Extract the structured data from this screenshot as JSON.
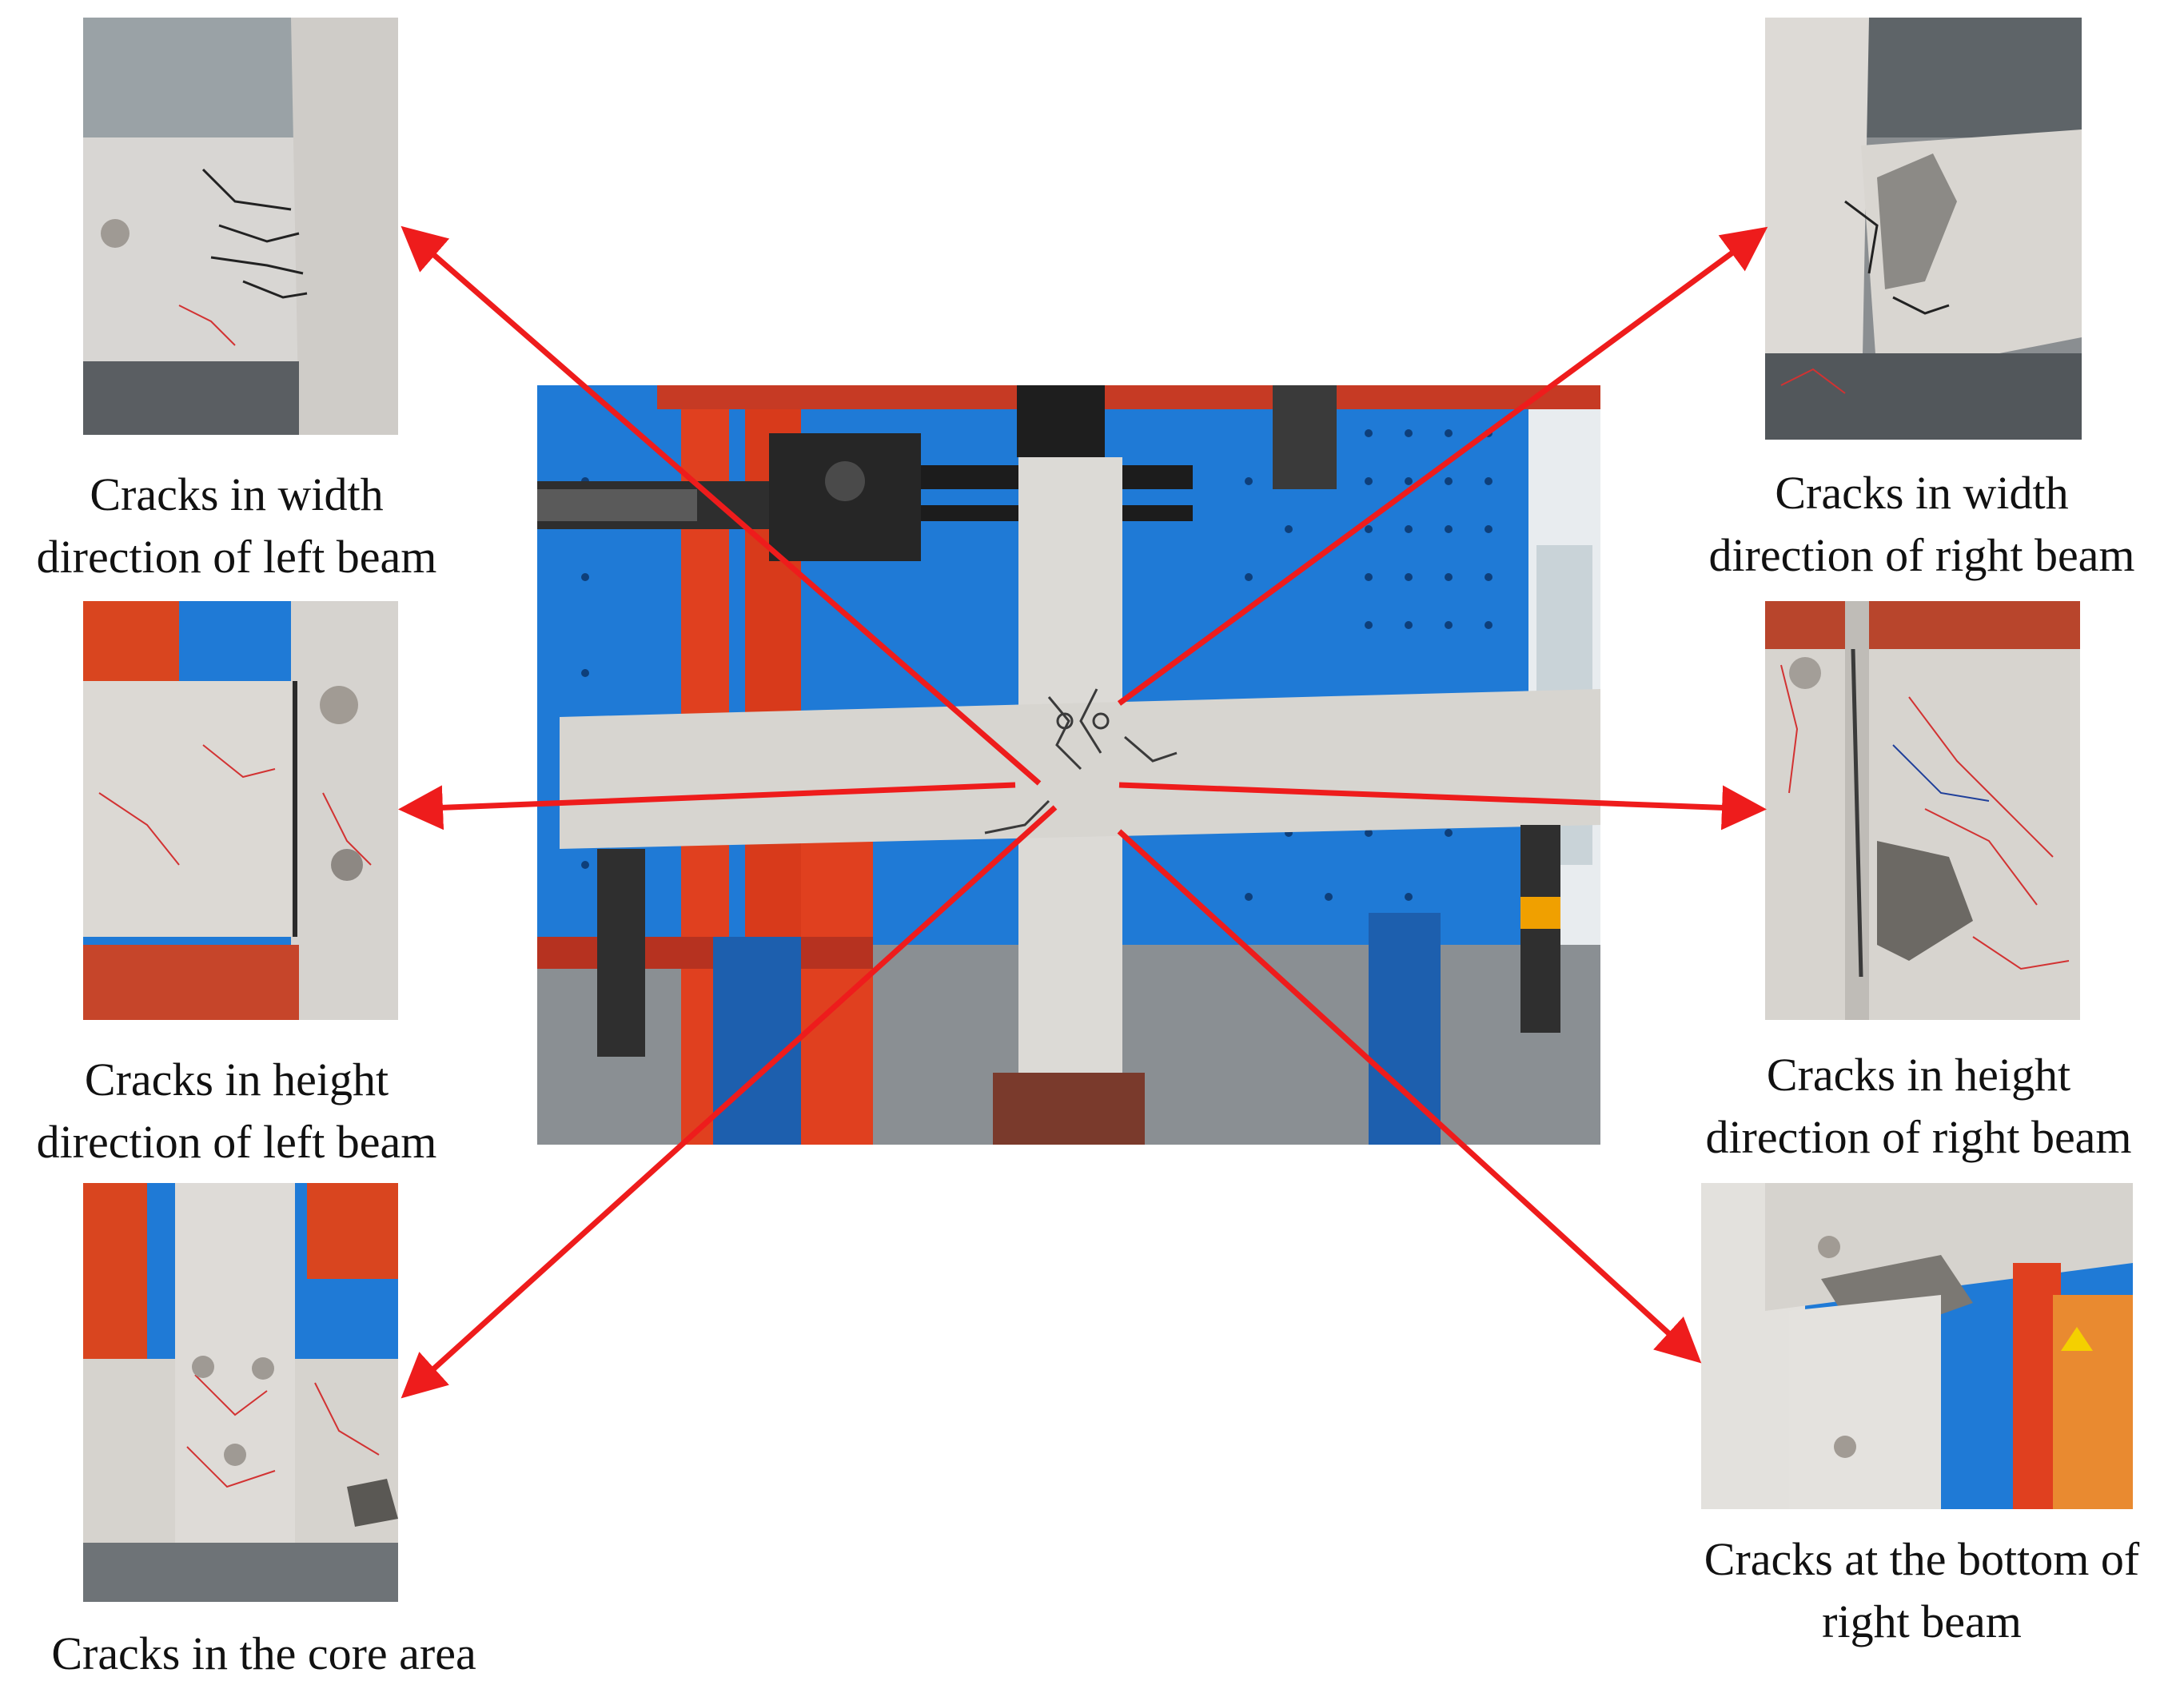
{
  "figure": {
    "captions": {
      "width_left": [
        "Cracks in width",
        "direction of left beam"
      ],
      "width_right": [
        "Cracks in width",
        "direction of right beam"
      ],
      "height_left": [
        "Cracks in height",
        "direction of left beam"
      ],
      "height_right": [
        "Cracks in height",
        "direction of right beam"
      ],
      "core": [
        "Cracks in the core area"
      ],
      "bottom_right": [
        "Cracks at the bottom of",
        "right beam"
      ]
    },
    "colors": {
      "arrow": "#ee1c1c",
      "frame_blue": "#1f7ad6",
      "rig_red": "#e0401f",
      "concrete": "#dcdad6",
      "crack": "#2a2a2a",
      "marker": "#d23232"
    }
  }
}
